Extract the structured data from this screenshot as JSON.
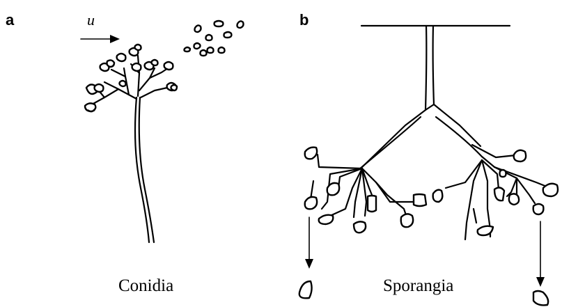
{
  "panel_a": {
    "letter": "a",
    "wind_symbol": "u",
    "caption": "Conidia"
  },
  "panel_b": {
    "letter": "b",
    "caption": "Sporangia"
  }
}
